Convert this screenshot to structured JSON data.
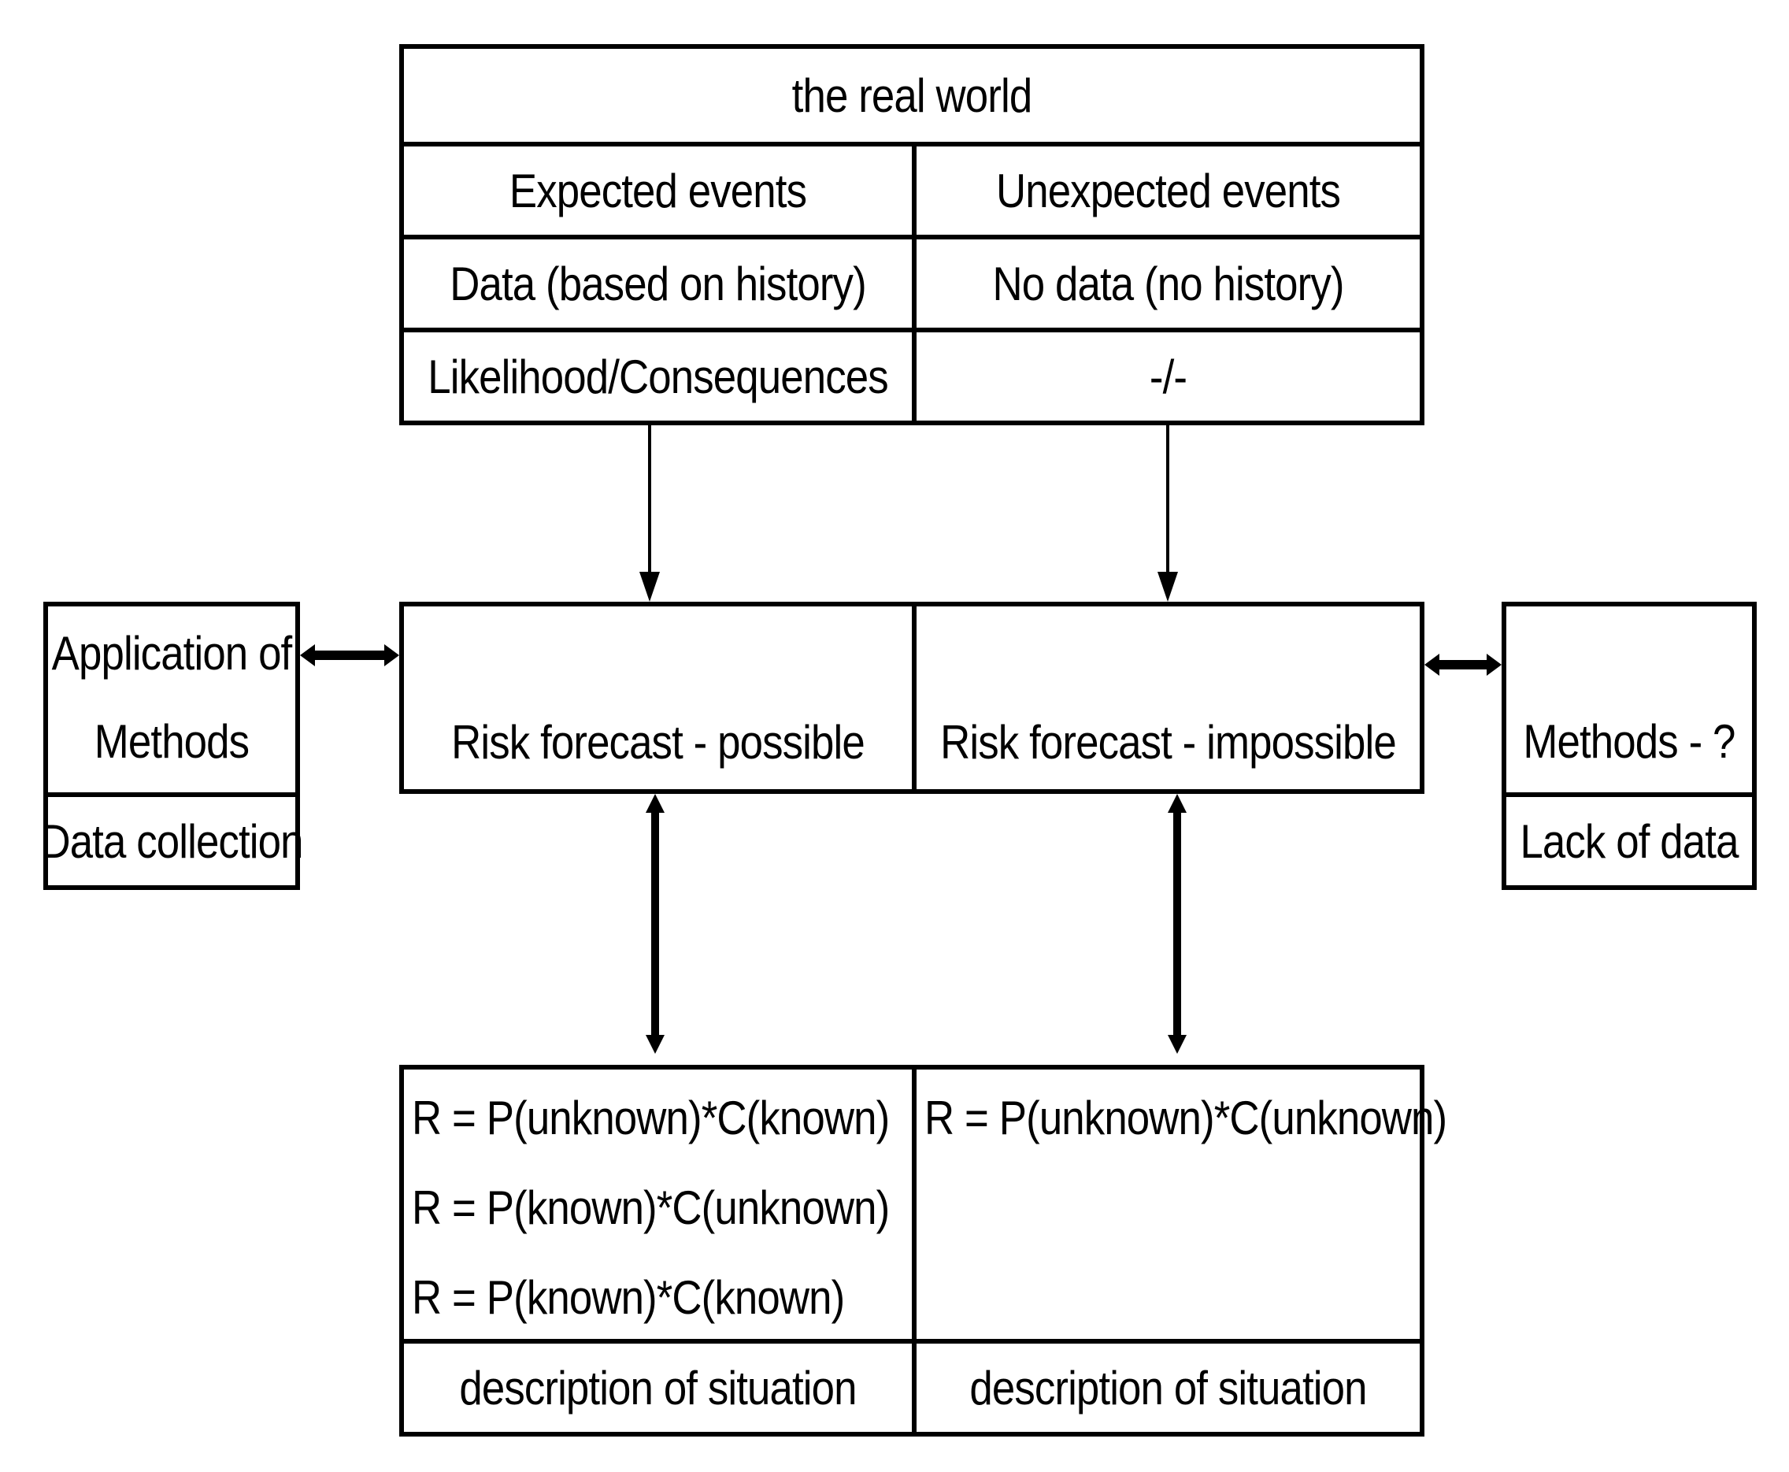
{
  "top_table": {
    "title": "the real world",
    "left_column": [
      "Expected events",
      "Data (based on history)",
      "Likelihood/Consequences"
    ],
    "right_column": [
      "Unexpected events",
      "No data (no history)",
      "-/-"
    ]
  },
  "forecast": {
    "left": "Risk forecast - possible",
    "right": "Risk forecast - impossible"
  },
  "left_side_box": {
    "line1": "Application of",
    "line2": "Methods",
    "bottom": "Data collection"
  },
  "right_side_box": {
    "top": "Methods - ?",
    "bottom": "Lack of  data"
  },
  "bottom_table": {
    "left_formulas": [
      "R = P(unknown)*C(known)",
      "R = P(known)*C(unknown)",
      "R = P(known)*C(known)"
    ],
    "right_formulas": [
      "R = P(unknown)*C(unknown)"
    ],
    "left_footer": "description of situation",
    "right_footer": "description of situation"
  }
}
